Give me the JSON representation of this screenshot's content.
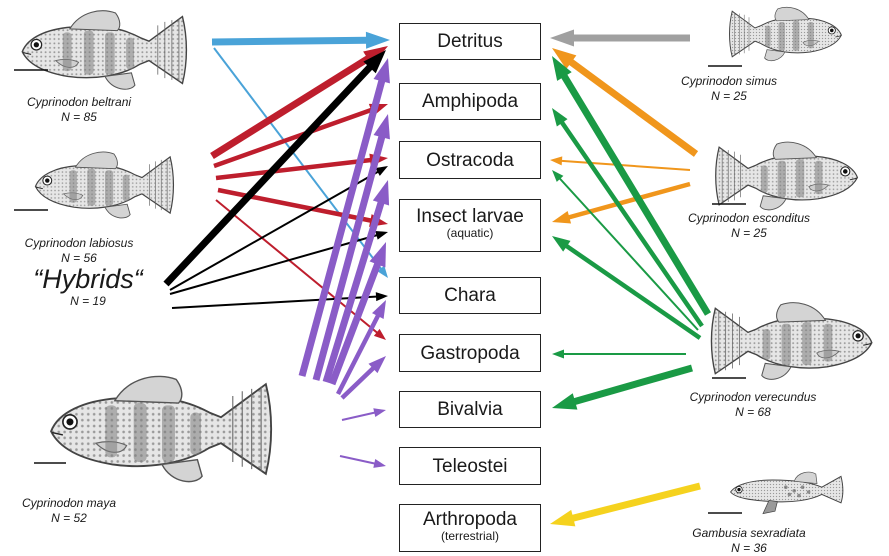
{
  "prey": [
    {
      "label": "Detritus",
      "sub": ""
    },
    {
      "label": "Amphipoda",
      "sub": ""
    },
    {
      "label": "Ostracoda",
      "sub": ""
    },
    {
      "label": "Insect larvae",
      "sub": "(aquatic)"
    },
    {
      "label": "Chara",
      "sub": ""
    },
    {
      "label": "Gastropoda",
      "sub": ""
    },
    {
      "label": "Bivalvia",
      "sub": ""
    },
    {
      "label": "Teleostei",
      "sub": ""
    },
    {
      "label": "Arthropoda",
      "sub": "(terrestrial)"
    }
  ],
  "species": {
    "beltrani": {
      "name": "Cyprinodon beltrani",
      "n": "N = 85",
      "color": "#4aa3d8"
    },
    "labiosus": {
      "name": "Cyprinodon labiosus",
      "n": "N = 56",
      "color": "#be1e2d"
    },
    "hybrids": {
      "name": "“Hybrids“",
      "n": "N = 19",
      "color": "#000000"
    },
    "maya": {
      "name": "Cyprinodon maya",
      "n": "N = 52",
      "color": "#8a5cc7"
    },
    "simus": {
      "name": "Cyprinodon simus",
      "n": "N = 25",
      "color": "#a0a0a0"
    },
    "esconditus": {
      "name": "Cyprinodon esconditus",
      "n": "N = 25",
      "color": "#f0961c"
    },
    "verecundus": {
      "name": "Cyprinodon verecundus",
      "n": "N = 68",
      "color": "#1a9a45"
    },
    "gambusia": {
      "name": "Gambusia sexradiata",
      "n": "N = 36",
      "color": "#f5d21e"
    }
  },
  "links": [
    {
      "from": "beltrani",
      "to": "Detritus",
      "weight": "heavy"
    },
    {
      "from": "beltrani",
      "to": "Chara",
      "weight": "thin"
    },
    {
      "from": "labiosus",
      "to": "Detritus",
      "weight": "heavy"
    },
    {
      "from": "labiosus",
      "to": "Amphipoda",
      "weight": "medium"
    },
    {
      "from": "labiosus",
      "to": "Ostracoda",
      "weight": "medium"
    },
    {
      "from": "labiosus",
      "to": "Insect larvae",
      "weight": "medium"
    },
    {
      "from": "labiosus",
      "to": "Gastropoda",
      "weight": "thin"
    },
    {
      "from": "hybrids",
      "to": "Detritus",
      "weight": "heavy"
    },
    {
      "from": "hybrids",
      "to": "Ostracoda",
      "weight": "thin"
    },
    {
      "from": "hybrids",
      "to": "Insect larvae",
      "weight": "thin"
    },
    {
      "from": "hybrids",
      "to": "Chara",
      "weight": "thin"
    },
    {
      "from": "maya",
      "to": "Detritus",
      "weight": "heavy"
    },
    {
      "from": "maya",
      "to": "Amphipoda",
      "weight": "heavy"
    },
    {
      "from": "maya",
      "to": "Ostracoda",
      "weight": "heavy"
    },
    {
      "from": "maya",
      "to": "Insect larvae",
      "weight": "heavy"
    },
    {
      "from": "maya",
      "to": "Chara",
      "weight": "medium"
    },
    {
      "from": "maya",
      "to": "Gastropoda",
      "weight": "medium"
    },
    {
      "from": "maya",
      "to": "Bivalvia",
      "weight": "thin"
    },
    {
      "from": "maya",
      "to": "Teleostei",
      "weight": "thin"
    },
    {
      "from": "simus",
      "to": "Detritus",
      "weight": "heavy"
    },
    {
      "from": "esconditus",
      "to": "Detritus",
      "weight": "heavy"
    },
    {
      "from": "esconditus",
      "to": "Ostracoda",
      "weight": "thin"
    },
    {
      "from": "esconditus",
      "to": "Insect larvae",
      "weight": "medium"
    },
    {
      "from": "verecundus",
      "to": "Detritus",
      "weight": "heavy"
    },
    {
      "from": "verecundus",
      "to": "Amphipoda",
      "weight": "medium"
    },
    {
      "from": "verecundus",
      "to": "Ostracoda",
      "weight": "thin"
    },
    {
      "from": "verecundus",
      "to": "Insect larvae",
      "weight": "medium"
    },
    {
      "from": "verecundus",
      "to": "Gastropoda",
      "weight": "thin"
    },
    {
      "from": "verecundus",
      "to": "Bivalvia",
      "weight": "heavy"
    },
    {
      "from": "gambusia",
      "to": "Arthropoda",
      "weight": "heavy"
    }
  ]
}
